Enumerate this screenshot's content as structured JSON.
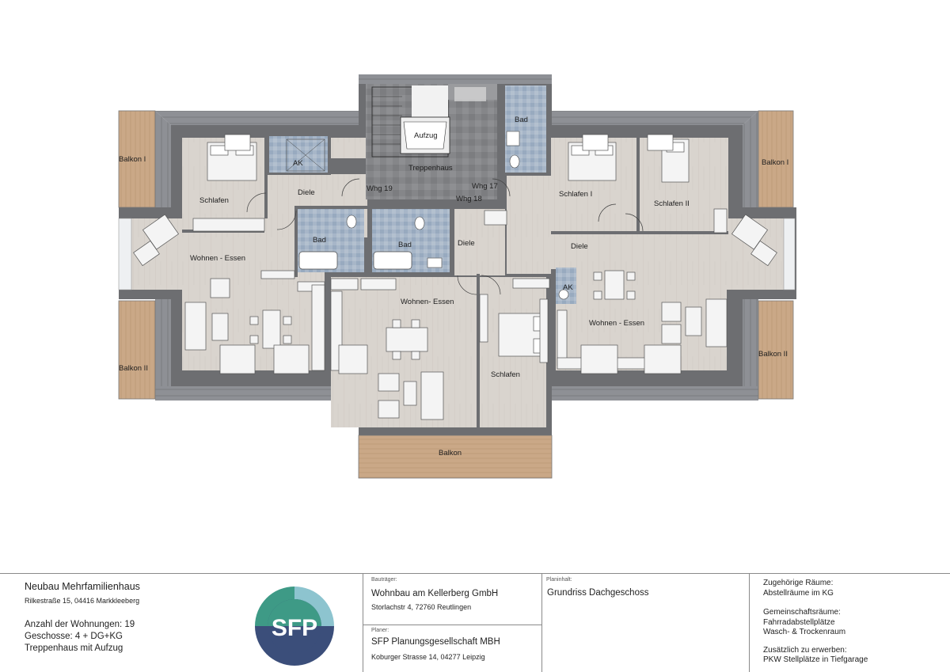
{
  "plan": {
    "rooms": {
      "balkon_left_1": "Balkon I",
      "balkon_left_2": "Balkon II",
      "balkon_right_1": "Balkon I",
      "balkon_right_2": "Balkon II",
      "balkon_bottom": "Balkon",
      "schlafen_left": "Schlafen",
      "ak_left": "AK",
      "diele_left": "Diele",
      "wohnen_left": "Wohnen - Essen",
      "bad_left": "Bad",
      "bad_center": "Bad",
      "aufzug": "Aufzug",
      "treppenhaus": "Treppenhaus",
      "whg19": "Whg 19",
      "whg17": "Whg 17",
      "whg18": "Whg 18",
      "bad_top_right": "Bad",
      "diele_center": "Diele",
      "wohnen_center": "Wohnen- Essen",
      "schlafen_center": "Schlafen",
      "schlafen_1": "Schlafen I",
      "schlafen_2": "Schlafen II",
      "diele_right": "Diele",
      "ak_right": "AK",
      "wohnen_right": "Wohnen - Essen"
    }
  },
  "titleblock": {
    "project_title": "Neubau Mehrfamilienhaus",
    "project_address": "Rilkestraße 15, 04416 Markkleeberg",
    "info_1": "Anzahl der Wohnungen: 19",
    "info_2": "Geschosse: 4 + DG+KG",
    "info_3": "Treppenhaus mit Aufzug",
    "logo_text": "SFP",
    "bautraeger_caption": "Bauträger:",
    "bautraeger_name": "Wohnbau am Kellerberg GmbH",
    "bautraeger_address": "Storlachstr 4, 72760 Reutlingen",
    "planer_caption": "Planer:",
    "planer_name": "SFP Planungsgesellschaft MBH",
    "planer_address": "Koburger Strasse 14, 04277 Leipzig",
    "planinhalt_caption": "Planinhalt:",
    "planinhalt": "Grundriss Dachgeschoss",
    "rooms_heading": "Zugehörige Räume:",
    "rooms_1": "Abstellräume im KG",
    "common_heading": "Gemeinschaftsräume:",
    "common_1": "Fahrradabstellplätze",
    "common_2": "Wasch- & Trockenraum",
    "extra_heading": "Zusätzlich zu erwerben:",
    "extra_1": "PKW Stellplätze in Tiefgarage"
  },
  "colors": {
    "wall": "#6e6e70",
    "roof": "#8f9196",
    "floor": "#d6d1cb",
    "balcony": "#c9a98a",
    "stair": "#86878a",
    "tile": "#9fb0c4",
    "logo_green": "#3e9a86",
    "logo_navy": "#3b4e7a",
    "logo_light": "#8dc4cf"
  }
}
